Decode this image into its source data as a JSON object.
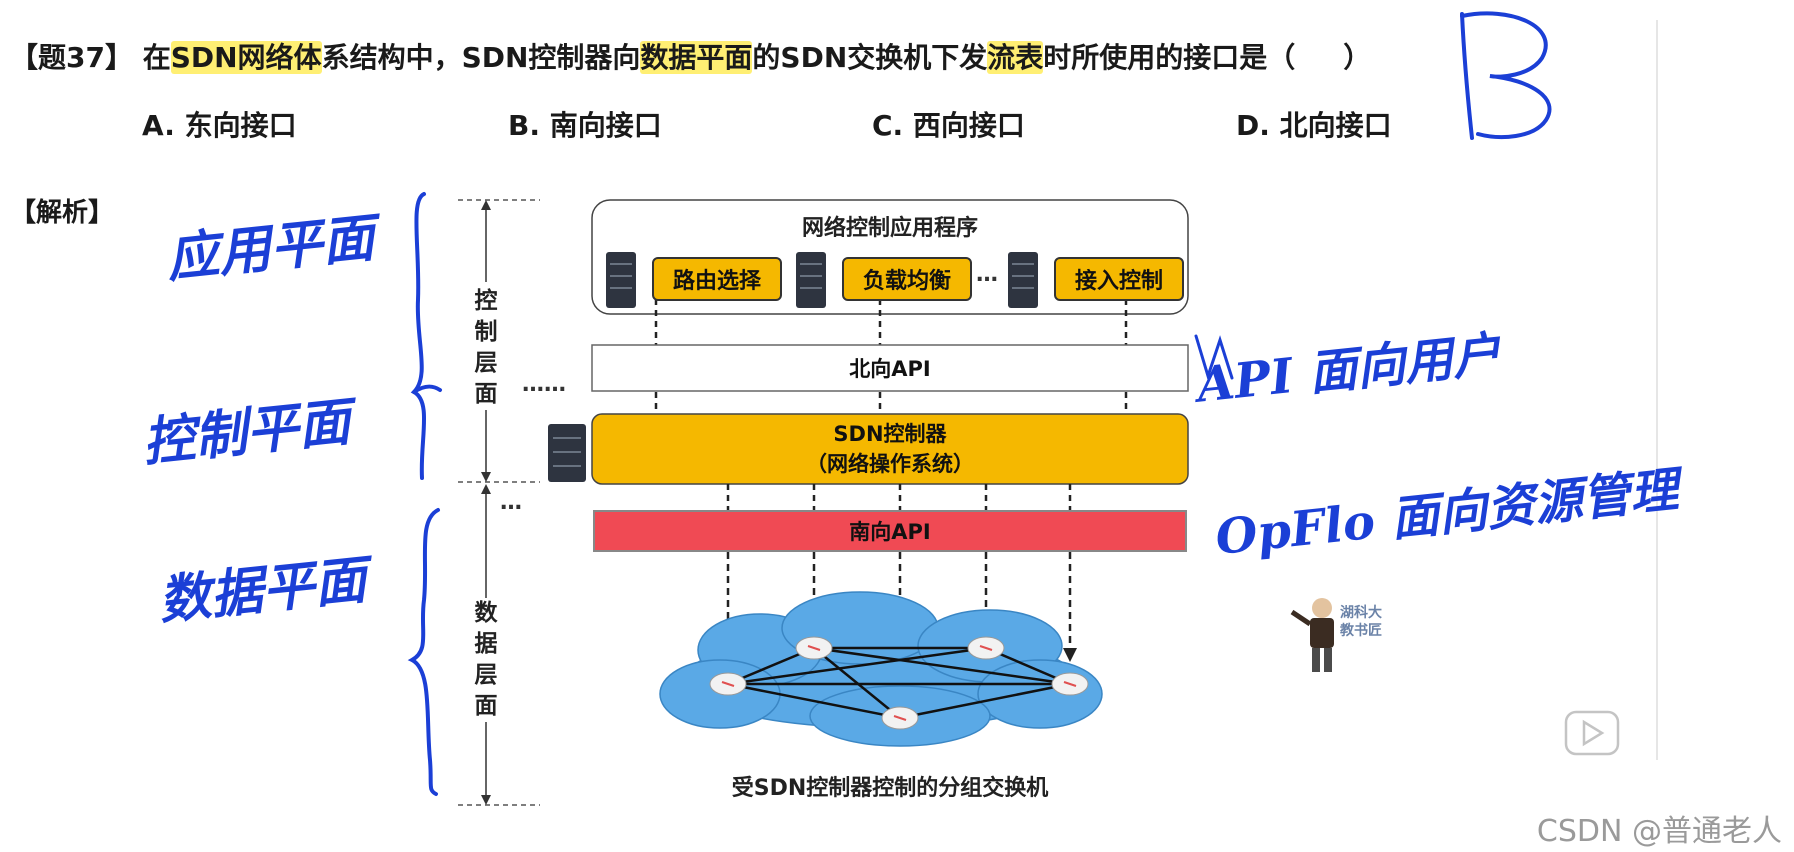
{
  "question": {
    "prefix": "【题37】 在",
    "hl1": "SDN网络体",
    "mid1": "系结构中，SDN控制器向",
    "hl2": "数据平面",
    "mid2": "的SDN交换机下发",
    "hl3": "流表",
    "suffix": "时所使用的接口是（",
    "close": "）",
    "options": [
      {
        "key": "A",
        "text": "A. 东向接口"
      },
      {
        "key": "B",
        "text": "B. 南向接口"
      },
      {
        "key": "C",
        "text": "C. 西向接口"
      },
      {
        "key": "D",
        "text": "D. 北向接口"
      }
    ],
    "handwritten_answer": "B"
  },
  "analysis_label": "【解析】",
  "diagram": {
    "app_title": "网络控制应用程序",
    "apps": [
      "路由选择",
      "负载均衡",
      "接入控制"
    ],
    "apps_ellipsis": "…",
    "northbound": "北向API",
    "controller_line1": "SDN控制器",
    "controller_line2": "（网络操作系统）",
    "southbound": "南向API",
    "control_layer": [
      "控",
      "制",
      "层",
      "面"
    ],
    "data_layer": [
      "数",
      "据",
      "层",
      "面"
    ],
    "caption": "受SDN控制器控制的分组交换机",
    "side_dots_1": "……",
    "side_dots_2": "…"
  },
  "handwriting": {
    "app_plane": "应用平面",
    "control_plane": "控制平面",
    "data_plane": "数据平面",
    "north_note": "API 面向用户",
    "south_note": "OpFlo 面向资源管理"
  },
  "mascot": {
    "line1": "湖科大",
    "line2": "教书匠"
  },
  "footer": "CSDN @普通老人",
  "colors": {
    "highlight": "#ffec5a",
    "app_box": "#f5b800",
    "controller": "#f5b800",
    "southbound": "#f04a54",
    "cloud": "#5aa9e6",
    "ink": "#1b3fd6"
  }
}
